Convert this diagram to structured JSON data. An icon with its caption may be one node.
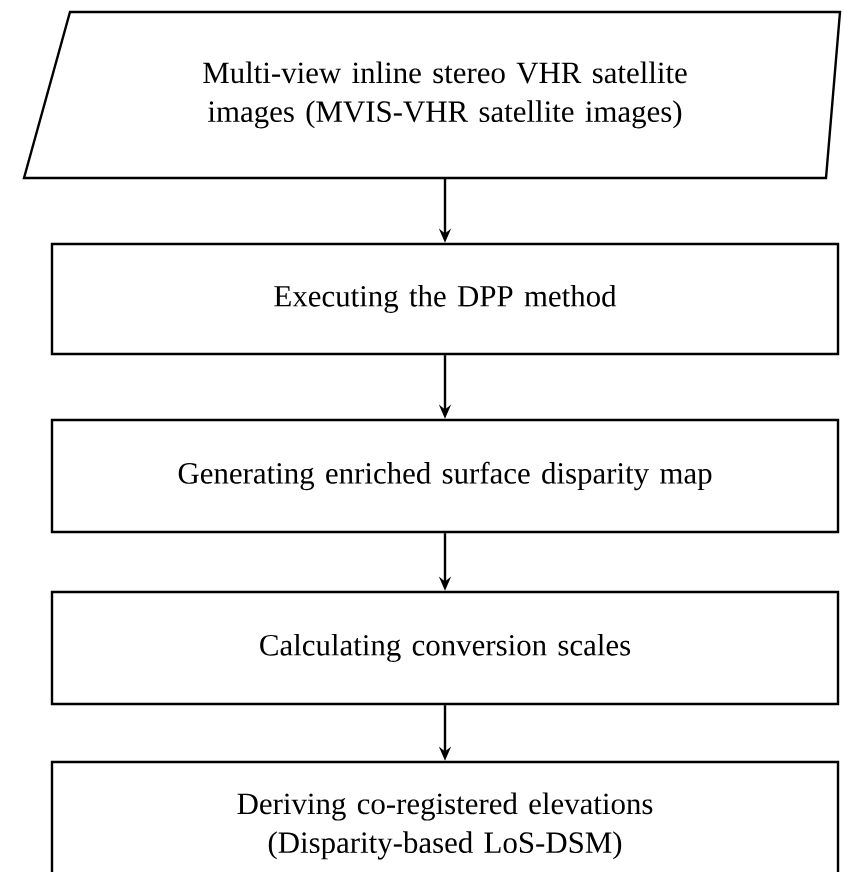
{
  "diagram": {
    "nodes": [
      {
        "text": [
          "Multi-view inline stereo VHR satellite images (MVIS-VHR satellite images)"
        ]
      },
      {
        "text": [
          "Executing the DPP method"
        ]
      },
      {
        "text": [
          "Generating enriched surface disparity map"
        ]
      },
      {
        "text": [
          "Calculating conversion scales"
        ]
      },
      {
        "text": [
          "Deriving co-registered elevations (Disparity-based LoS-DSM)"
        ]
      }
    ],
    "edges": [
      {
        "from": 0,
        "to": 1,
        "arrow": "to"
      },
      {
        "from": 1,
        "to": 2,
        "arrow": "to"
      },
      {
        "from": 2,
        "to": 3,
        "arrow": "to"
      },
      {
        "from": 3,
        "to": 4,
        "arrow": "to"
      }
    ]
  }
}
